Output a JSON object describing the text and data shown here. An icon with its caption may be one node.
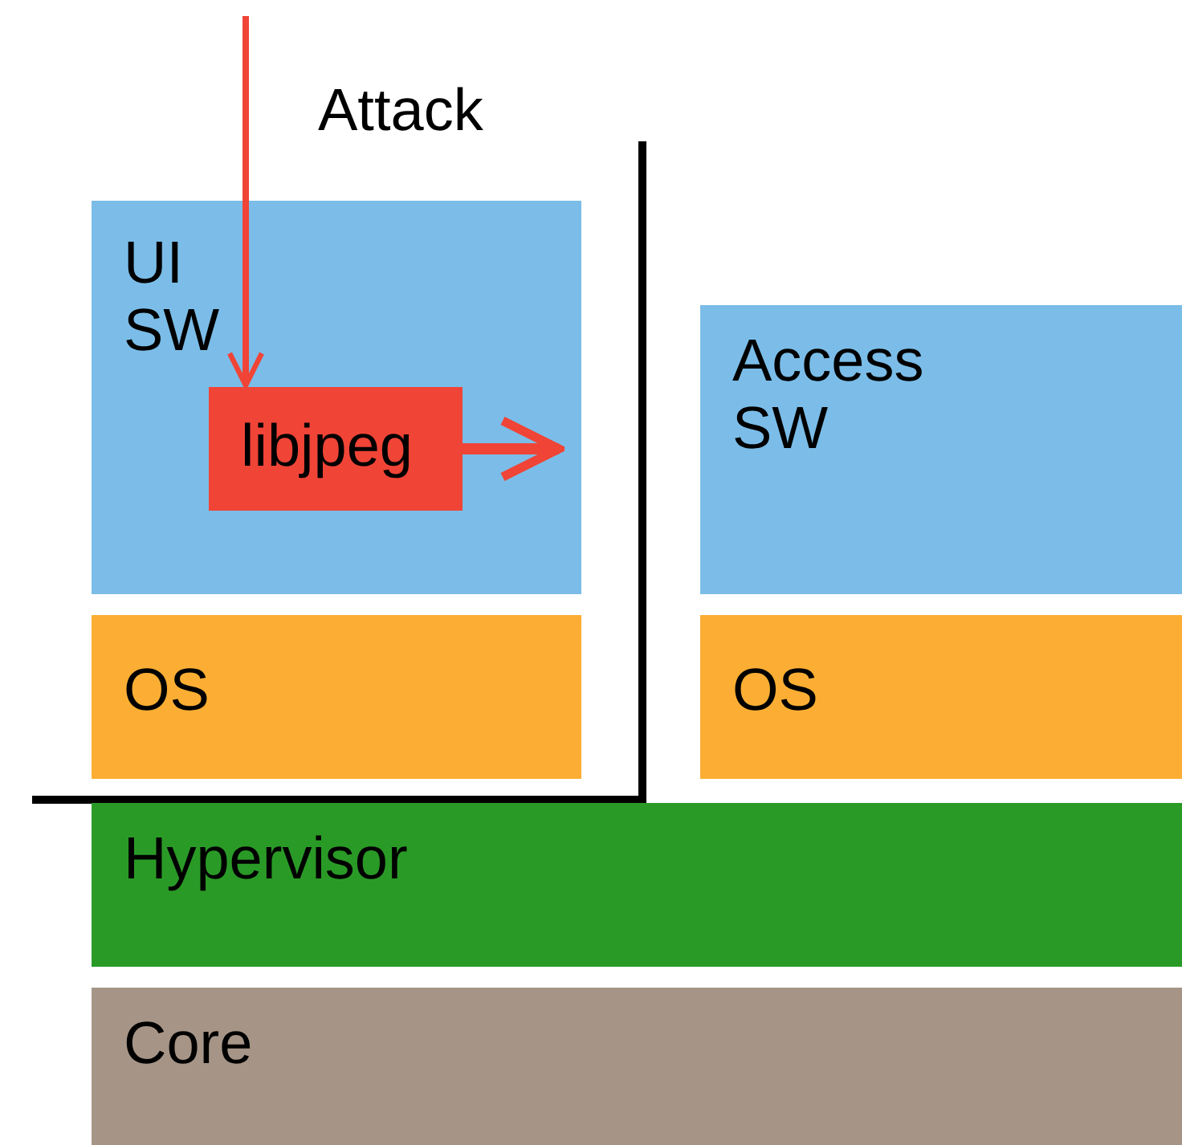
{
  "diagram": {
    "nodes": [
      {
        "text": [
          "UI SW"
        ]
      },
      {
        "text": [
          "libjpeg"
        ],
        "in": 0
      },
      {
        "text": [
          "Access SW"
        ]
      },
      {
        "text": [
          "OS"
        ]
      },
      {
        "text": [
          "OS"
        ]
      },
      {
        "text": [
          "Hypervisor"
        ]
      },
      {
        "text": [
          "Core"
        ]
      }
    ],
    "edges": [
      {
        "from": null,
        "to": 1,
        "arrow": "to"
      },
      {
        "from": 1,
        "to": null,
        "arrow": "to"
      }
    ],
    "labels": [
      "Attack"
    ]
  }
}
